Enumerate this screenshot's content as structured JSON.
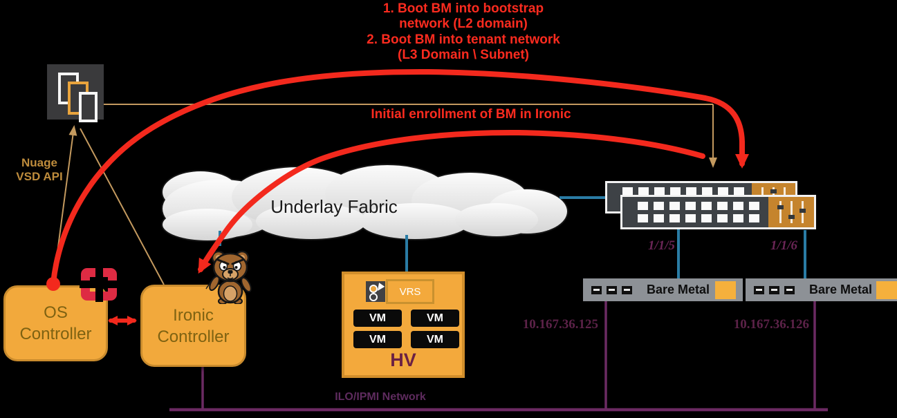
{
  "notes": {
    "boot1": [
      "1. Boot BM into bootstrap",
      "network (L2 domain)"
    ],
    "boot2": [
      "2. Boot BM into tenant network",
      "(L3 Domain \\ Subnet)"
    ],
    "enrollment": "Initial enrollment of BM in Ironic",
    "nuage_api": [
      "Nuage",
      "VSD API"
    ],
    "ilo_network": "ILO/IPMI Network"
  },
  "nodes": {
    "os_controller": {
      "label": [
        "OS",
        "Controller"
      ]
    },
    "ironic_controller": {
      "label": [
        "Ironic",
        "Controller"
      ]
    },
    "cloud": {
      "label": "Underlay Fabric"
    },
    "hv": {
      "label": "HV",
      "vrs": "VRS",
      "vms": [
        "VM",
        "VM",
        "VM",
        "VM"
      ]
    },
    "bare_metal_1": {
      "label": "Bare Metal",
      "ip": "10.167.36.125",
      "switch_port": "1/1/5"
    },
    "bare_metal_2": {
      "label": "Bare Metal",
      "ip": "10.167.36.126",
      "switch_port": "1/1/6"
    }
  },
  "icons": {
    "nuage_vsd": "nuage-vsd-icon",
    "openstack": "openstack-logo-icon",
    "ironic_bear": "ironic-bear-icon",
    "vrs": "vrs-icon",
    "tor_switch": "tor-switch-graphic"
  },
  "colors": {
    "background": "#000000",
    "red_arrow": "#F3291D",
    "red_text": "#FC2B1F",
    "orange_fill": "#F2A93C",
    "orange_border": "#C98B2D",
    "box_text": "#7E6212",
    "purple_line": "#6B2A62",
    "purple_text": "#6B2556",
    "teal_line": "#2A7CA5",
    "tan_line": "#C49A5F",
    "bm_gray": "#8D9196",
    "switch_dark": "#3E4246",
    "switch_orange": "#C5842D",
    "hv_label": "#6B2144",
    "cloud_fill": "#EFEFEF"
  }
}
